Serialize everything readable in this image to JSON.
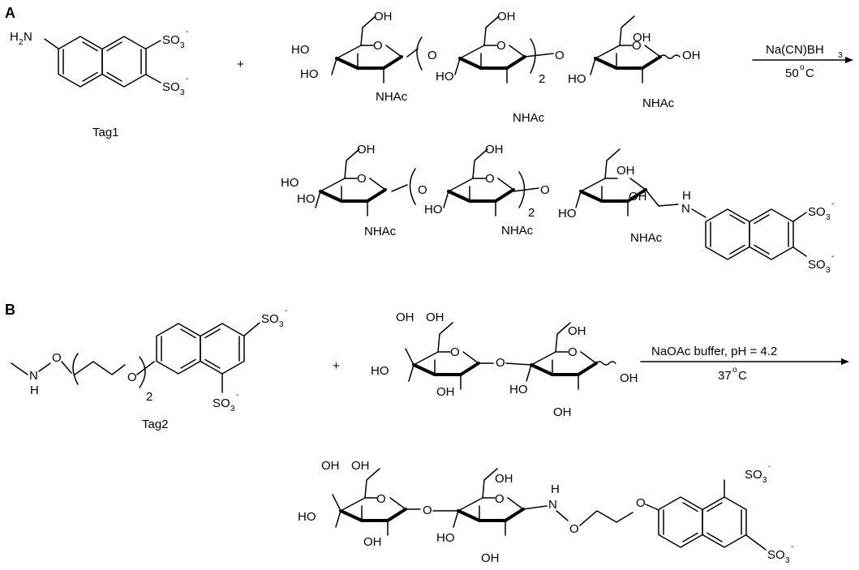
{
  "panels": {
    "a": {
      "label": "A",
      "tag_name": "Tag1",
      "plus": "+",
      "reagent": "Na(CN)BH",
      "reagent_sub": "3",
      "condition_value": "50",
      "condition_deg": "o",
      "condition_unit": "C"
    },
    "b": {
      "label": "B",
      "tag_name": "Tag2",
      "plus": "+",
      "reagent": "NaOAc buffer, pH = 4.2",
      "condition_value": "37",
      "condition_deg": "o",
      "condition_unit": "C"
    }
  },
  "atoms": {
    "h": "H",
    "h2": "2",
    "n": "N",
    "o": "O",
    "oh": "OH",
    "ho": "HO",
    "nhac": "NHAc",
    "so3": "SO",
    "so3_sub": "3",
    "minus": "-",
    "repeat": "2"
  }
}
